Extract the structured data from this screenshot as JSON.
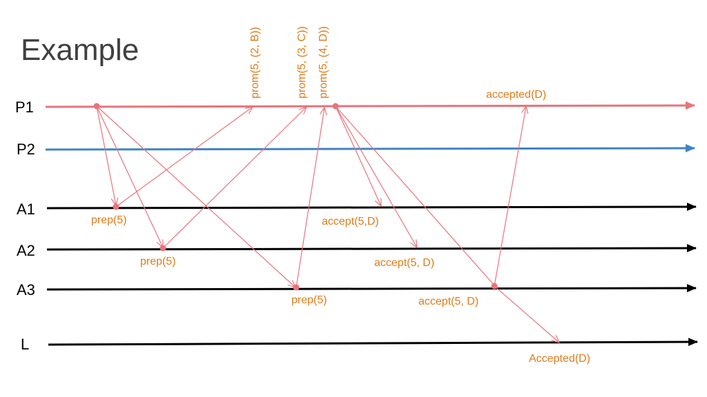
{
  "slide": {
    "title": "Example"
  },
  "colors": {
    "p1": "#E8737A",
    "p2": "#3F84C6",
    "acceptor": "#000000",
    "message": "#E8737A",
    "label": "#E07B17"
  },
  "processes": [
    {
      "id": "P1",
      "label": "P1"
    },
    {
      "id": "P2",
      "label": "P2"
    },
    {
      "id": "A1",
      "label": "A1"
    },
    {
      "id": "A2",
      "label": "A2"
    },
    {
      "id": "A3",
      "label": "A3"
    },
    {
      "id": "L",
      "label": "L"
    }
  ],
  "messages": [
    {
      "from": "P1",
      "to": "A1",
      "label": ""
    },
    {
      "from": "P1",
      "to": "A2",
      "label": ""
    },
    {
      "from": "P1",
      "to": "A3",
      "label": ""
    },
    {
      "from": "A1",
      "to": "P1",
      "label": ""
    },
    {
      "from": "A2",
      "to": "P1",
      "label": ""
    },
    {
      "from": "A3",
      "to": "P1",
      "label": ""
    },
    {
      "from": "P1",
      "to": "A1",
      "label": ""
    },
    {
      "from": "P1",
      "to": "A2",
      "label": ""
    },
    {
      "from": "P1",
      "to": "A3",
      "label": ""
    },
    {
      "from": "A3",
      "to": "P1",
      "label": ""
    },
    {
      "from": "A3",
      "to": "L",
      "label": ""
    }
  ],
  "labels": {
    "prep_a1": "prep(5)",
    "prep_a2": "prep(5)",
    "prep_a3": "prep(5)",
    "prom_1": "prom(5, (2, B))",
    "prom_2": "prom(5, (3, C))",
    "prom_3": "prom(5, (4, D))",
    "accept_a1": "accept(5,D)",
    "accept_a2": "accept(5, D)",
    "accept_a3": "accept(5, D)",
    "accepted_p1": "accepted(D)",
    "accepted_l": "Accepted(D)"
  }
}
